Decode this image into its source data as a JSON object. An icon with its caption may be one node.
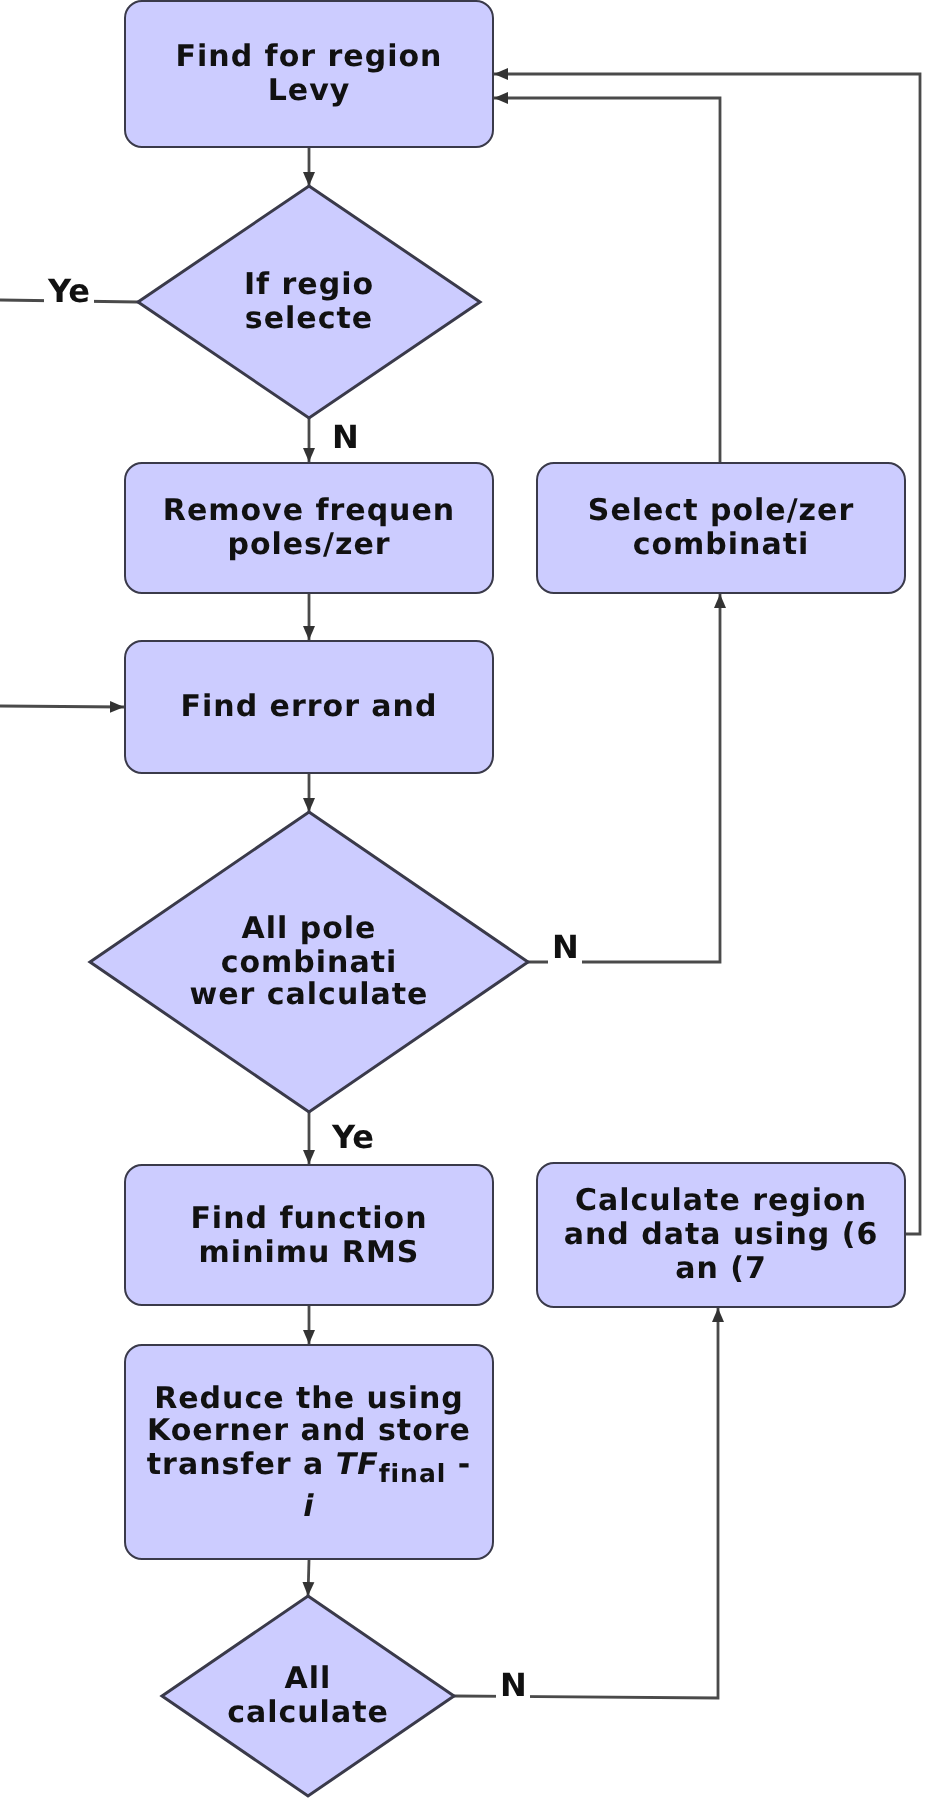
{
  "diagram": {
    "nodes": [
      {
        "text": [
          "Find for region Levy"
        ]
      },
      {
        "text": [
          "If regio selecte"
        ]
      },
      {
        "text": [
          "Remove frequen poles/zer"
        ]
      },
      {
        "text": [
          "Select pole/zer combinati"
        ]
      },
      {
        "text": [
          "Find error and"
        ]
      },
      {
        "text": [
          "All pole combinati wer calculate"
        ]
      },
      {
        "text": [
          "Find function minimu RMS"
        ]
      },
      {
        "text": [
          "Reduce the using Koerner and store transfer a *TF*$_{final}$ - *i*"
        ]
      },
      {
        "text": [
          "Calculate region and data using (6 an (7"
        ]
      },
      {
        "text": [
          "All calculate"
        ]
      }
    ],
    "edges": [
      {
        "from": 0,
        "to": 1,
        "arrow": "to"
      },
      {
        "from": 1,
        "to": null,
        "arrow": "none",
        "label": "Ye"
      },
      {
        "from": 1,
        "to": 2,
        "arrow": "to",
        "label": "N"
      },
      {
        "from": 2,
        "to": 4,
        "arrow": "to"
      },
      {
        "from": null,
        "to": 4,
        "arrow": "to"
      },
      {
        "from": 4,
        "to": 5,
        "arrow": "to"
      },
      {
        "from": 5,
        "to": 3,
        "arrow": "to",
        "label": "N"
      },
      {
        "from": 3,
        "to": 0,
        "arrow": "to"
      },
      {
        "from": 5,
        "to": 6,
        "arrow": "to",
        "label": "Ye"
      },
      {
        "from": 6,
        "to": 7,
        "arrow": "to"
      },
      {
        "from": 7,
        "to": 9,
        "arrow": "to"
      },
      {
        "from": 9,
        "to": 8,
        "arrow": "to",
        "label": "N"
      },
      {
        "from": 8,
        "to": 0,
        "arrow": "to"
      }
    ]
  }
}
